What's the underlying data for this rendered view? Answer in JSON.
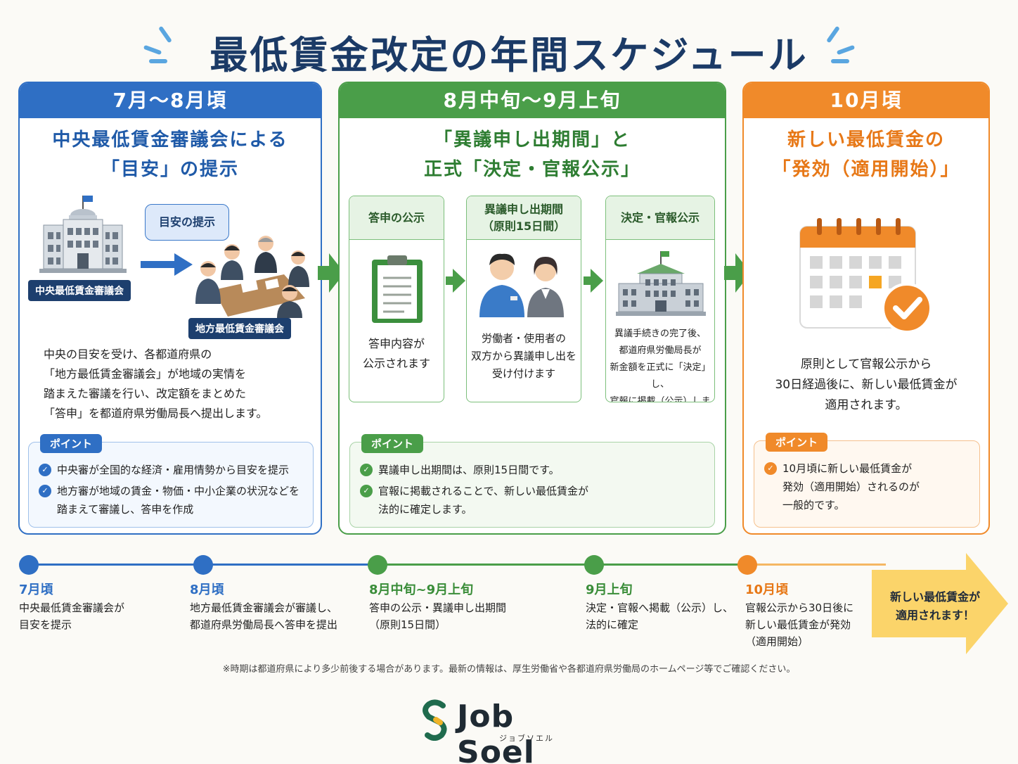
{
  "title": "最低賃金改定の年間スケジュール",
  "colors": {
    "blue": "#2f6fc4",
    "green": "#4a9e49",
    "orange": "#f08a2a",
    "navy": "#1d3f6e"
  },
  "panels": {
    "blue": {
      "period": "7月～8月頃",
      "title_line1": "中央最低賃金審議会による",
      "title_line2": "「目安」の提示",
      "central_label": "中央最低賃金審議会",
      "bubble": "目安の提示",
      "local_label": "地方最低賃金審議会",
      "desc": [
        "中央の目安を受け、各都道府県の",
        "「地方最低賃金審議会」が地域の実情を",
        "踏まえた審議を行い、改定額をまとめた",
        "「答申」を都道府県労働局長へ提出します。"
      ],
      "point_tag": "ポイント",
      "points": [
        [
          "中央審が全国的な経済・雇用情勢から目安を提示"
        ],
        [
          "地方審が地域の賃金・物価・中小企業の状況などを",
          "踏まえて審議し、答申を作成"
        ]
      ]
    },
    "green": {
      "period": "8月中旬～9月上旬",
      "title_line1": "「異議申し出期間」と",
      "title_line2": "正式「決定・官報公示」",
      "steps": [
        {
          "head": [
            "答申の公示"
          ],
          "body": [
            "答申内容が",
            "公示されます"
          ]
        },
        {
          "head": [
            "異議申し出期間",
            "（原則15日間）"
          ],
          "body": [
            "労働者・使用者の",
            "双方から異議申し出を",
            "受け付けます"
          ]
        },
        {
          "head": [
            "決定・官報公示"
          ],
          "body": [
            "異議手続きの完了後、",
            "都道府県労働局長が",
            "新金額を正式に「決定」し、",
            "官報に掲載（公示）します"
          ]
        }
      ],
      "point_tag": "ポイント",
      "points": [
        [
          "異議申し出期間は、原則15日間です。"
        ],
        [
          "官報に掲載されることで、新しい最低賃金が",
          "法的に確定します。"
        ]
      ]
    },
    "orange": {
      "period": "10月頃",
      "title_line1": "新しい最低賃金の",
      "title_line2": "「発効（適用開始）」",
      "desc": [
        "原則として官報公示から",
        "30日経過後に、新しい最低賃金が",
        "適用されます。"
      ],
      "point_tag": "ポイント",
      "points": [
        [
          "10月頃に新しい最低賃金が",
          "発効（適用開始）されるのが",
          "一般的です。"
        ]
      ]
    }
  },
  "timeline": [
    {
      "date": "7月頃",
      "text": [
        "中央最低賃金審議会が",
        "目安を提示"
      ]
    },
    {
      "date": "8月頃",
      "text": [
        "地方最低賃金審議会が審議し、",
        "都道府県労働局長へ答申を提出"
      ]
    },
    {
      "date": "8月中旬~9月上旬",
      "text": [
        "答申の公示・異議申し出期間",
        "（原則15日間）"
      ]
    },
    {
      "date": "9月上旬",
      "text": [
        "決定・官報へ掲載（公示）し、",
        "法的に確定"
      ]
    },
    {
      "date": "10月頃",
      "text": [
        "官報公示から30日後に",
        "新しい最低賃金が発効",
        "（適用開始）"
      ]
    }
  ],
  "final_arrow": [
    "新しい最低賃金が",
    "適用されます！"
  ],
  "footnote": "※時期は都道府県により多少前後する場合があります。最新の情報は、厚生労働省や各都道府県労働局のホームページ等でご確認ください。",
  "logo": {
    "name": "Job Soel",
    "sub": "ジョブソエル"
  }
}
